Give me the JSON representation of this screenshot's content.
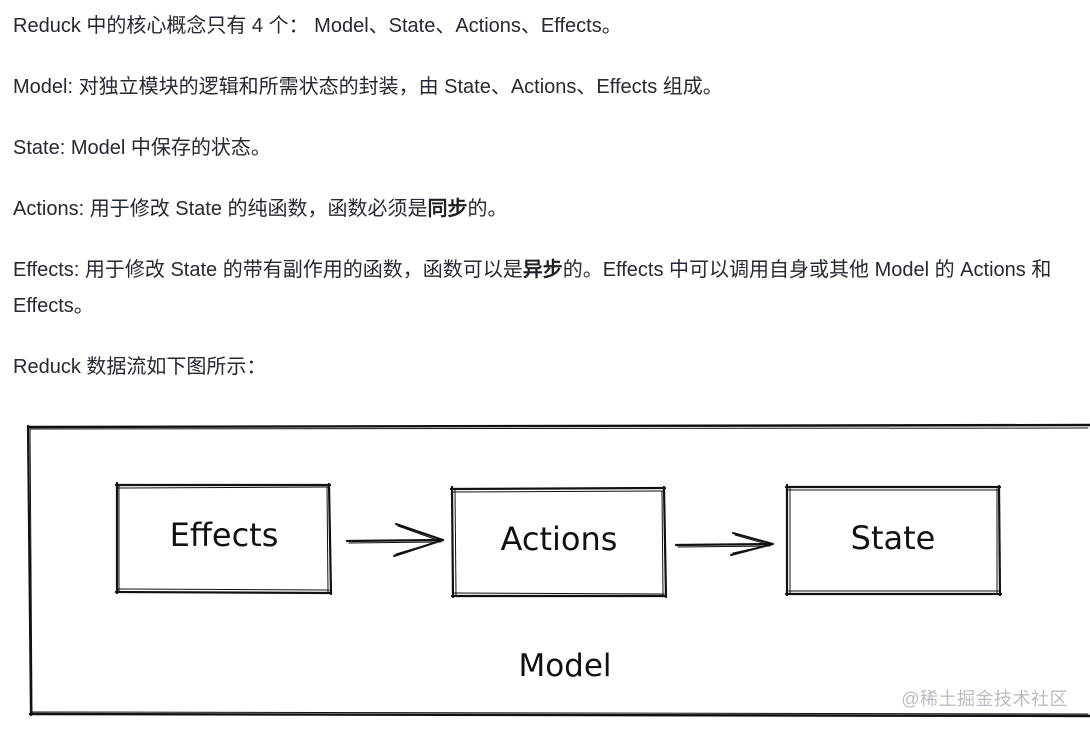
{
  "paragraphs": {
    "p1": "Reduck 中的核心概念只有 4 个： Model、State、Actions、Effects。",
    "p2": "Model: 对独立模块的逻辑和所需状态的封装，由 State、Actions、Effects 组成。",
    "p3": "State: Model 中保存的状态。",
    "p4_pre": "Actions: 用于修改 State 的纯函数，函数必须是",
    "p4_bold": "同步",
    "p4_post": "的。",
    "p5_pre": "Effects: 用于修改 State 的带有副作用的函数，函数可以是",
    "p5_bold": "异步",
    "p5_post": "的。Effects 中可以调用自身或其他 Model 的 Actions 和 Effects。",
    "p6": "Reduck 数据流如下图所示："
  },
  "diagram": {
    "boxes": {
      "effects": "Effects",
      "actions": "Actions",
      "state": "State"
    },
    "container_label": "Model"
  },
  "watermark": "@稀土掘金技术社区"
}
